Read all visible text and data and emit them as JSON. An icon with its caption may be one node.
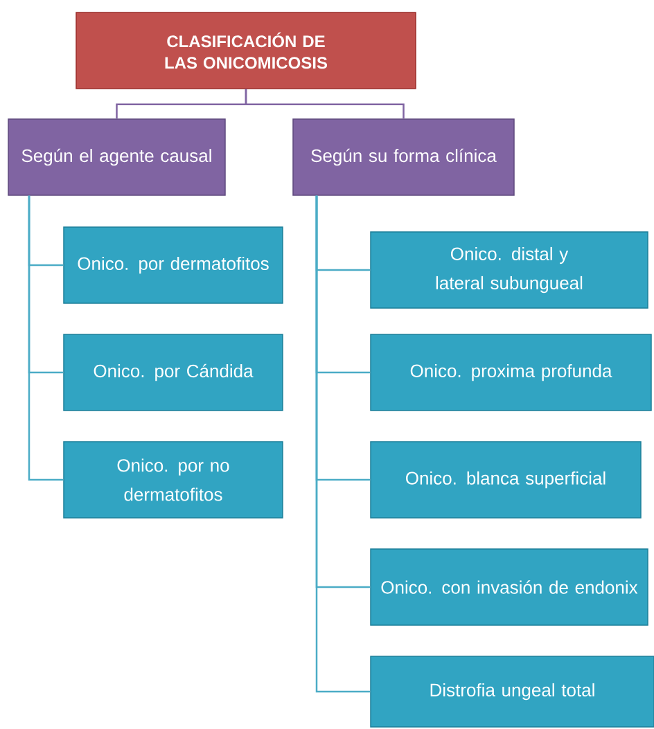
{
  "diagram": {
    "nodes": [
      {
        "text": [
          "CLASIFICACIÓN DE LAS ONICOMICOSIS"
        ]
      },
      {
        "text": [
          "Según el agente causal"
        ]
      },
      {
        "text": [
          "Según su forma clínica"
        ]
      },
      {
        "text": [
          "Onico. por dermatofitos"
        ]
      },
      {
        "text": [
          "Onico. por Cándida"
        ]
      },
      {
        "text": [
          "Onico. por no dermatofitos"
        ]
      },
      {
        "text": [
          "Onico. distal y lateral subungueal"
        ]
      },
      {
        "text": [
          "Onico. proxima profunda"
        ]
      },
      {
        "text": [
          "Onico. blanca superficial"
        ]
      },
      {
        "text": [
          "Onico. con invasión de endonix"
        ]
      },
      {
        "text": [
          "Distrofia ungeal total"
        ]
      }
    ],
    "edges": [
      {
        "from": 0,
        "to": 1,
        "arrow": "none",
        "color": "#8064a2"
      },
      {
        "from": 0,
        "to": 2,
        "arrow": "none",
        "color": "#8064a2"
      },
      {
        "from": 1,
        "to": 3,
        "arrow": "none"
      },
      {
        "from": 1,
        "to": 4,
        "arrow": "none"
      },
      {
        "from": 1,
        "to": 5,
        "arrow": "none"
      },
      {
        "from": 2,
        "to": 6,
        "arrow": "none"
      },
      {
        "from": 2,
        "to": 7,
        "arrow": "none"
      },
      {
        "from": 2,
        "to": 8,
        "arrow": "none"
      },
      {
        "from": 2,
        "to": 9,
        "arrow": "none"
      },
      {
        "from": 2,
        "to": 10,
        "arrow": "none"
      }
    ]
  }
}
